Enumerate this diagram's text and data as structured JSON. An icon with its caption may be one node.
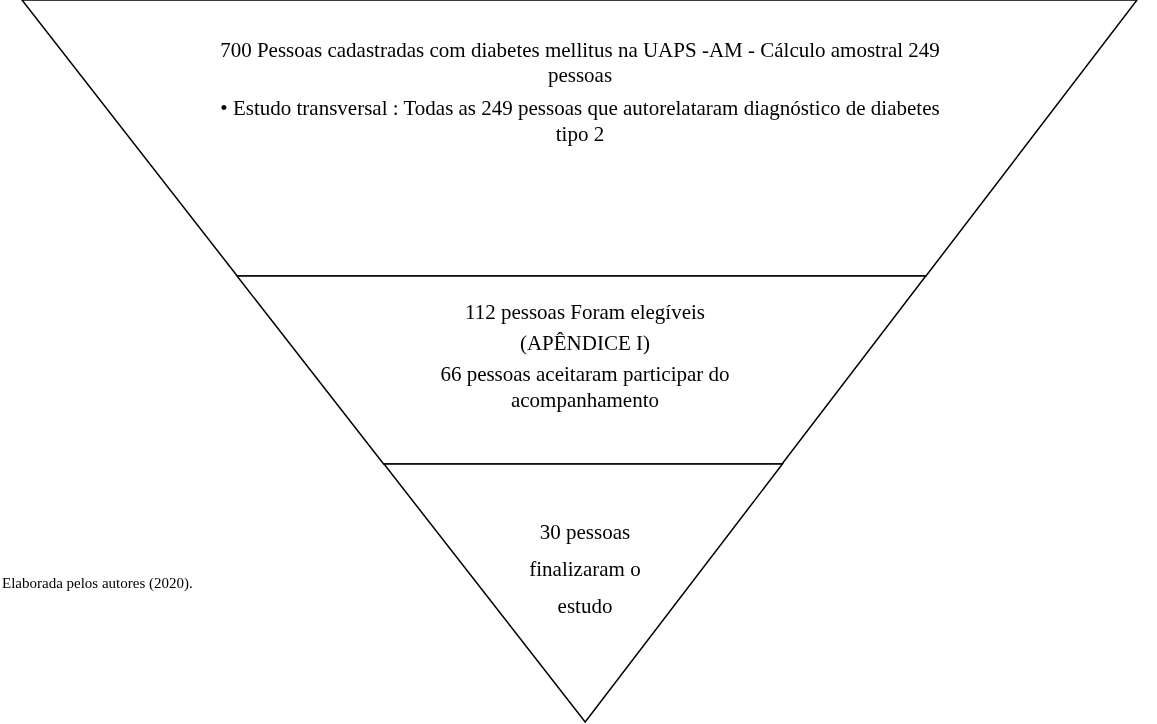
{
  "diagram": {
    "nodes": [
      {
        "text": [
          "700 Pessoas cadastradas com diabetes mellitus na UAPS -AM - Cálculo amostral 249 pessoas",
          "• Estudo transversal : Todas as 249  pessoas que autorelataram diagnóstico de diabetes tipo 2"
        ]
      },
      {
        "text": [
          "112 pessoas Foram elegíveis",
          "(APÊNDICE I)",
          "66 pessoas aceitaram participar do acompanhamento"
        ]
      },
      {
        "text": [
          "30 pessoas finalizaram o estudo"
        ]
      }
    ],
    "labels": [
      "Elaborada pelos autores (2020)."
    ]
  }
}
